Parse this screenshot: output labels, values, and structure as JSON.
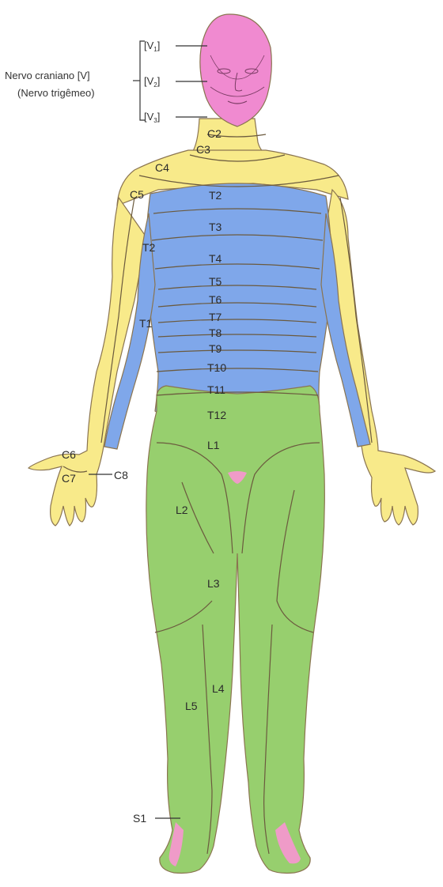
{
  "colors": {
    "trigeminal": "#f08ad0",
    "cervical": "#f8ea8a",
    "thoracic": "#7fa7ea",
    "lumbar": "#97cf6e",
    "sacral": "#ef9bc8",
    "background": "#ffffff"
  },
  "trigeminal": {
    "title": "Nervo craniano [V]",
    "subtitle": "(Nervo trigêmeo)",
    "branches": [
      {
        "base": "[V",
        "sub": "1",
        "close": "]"
      },
      {
        "base": "[V",
        "sub": "2",
        "close": "]"
      },
      {
        "base": "[V",
        "sub": "3",
        "close": "]"
      }
    ]
  },
  "labels": {
    "c2": "C2",
    "c3": "C3",
    "c4": "C4",
    "c5": "C5",
    "c6": "C6",
    "c7": "C7",
    "c8": "C8",
    "t1": "T1",
    "t2_side": "T2",
    "t2": "T2",
    "t3": "T3",
    "t4": "T4",
    "t5": "T5",
    "t6": "T6",
    "t7": "T7",
    "t8": "T8",
    "t9": "T9",
    "t10": "T10",
    "t11": "T11",
    "t12": "T12",
    "l1": "L1",
    "l2": "L2",
    "l3": "L3",
    "l4": "L4",
    "l5": "L5",
    "s1": "S1"
  }
}
